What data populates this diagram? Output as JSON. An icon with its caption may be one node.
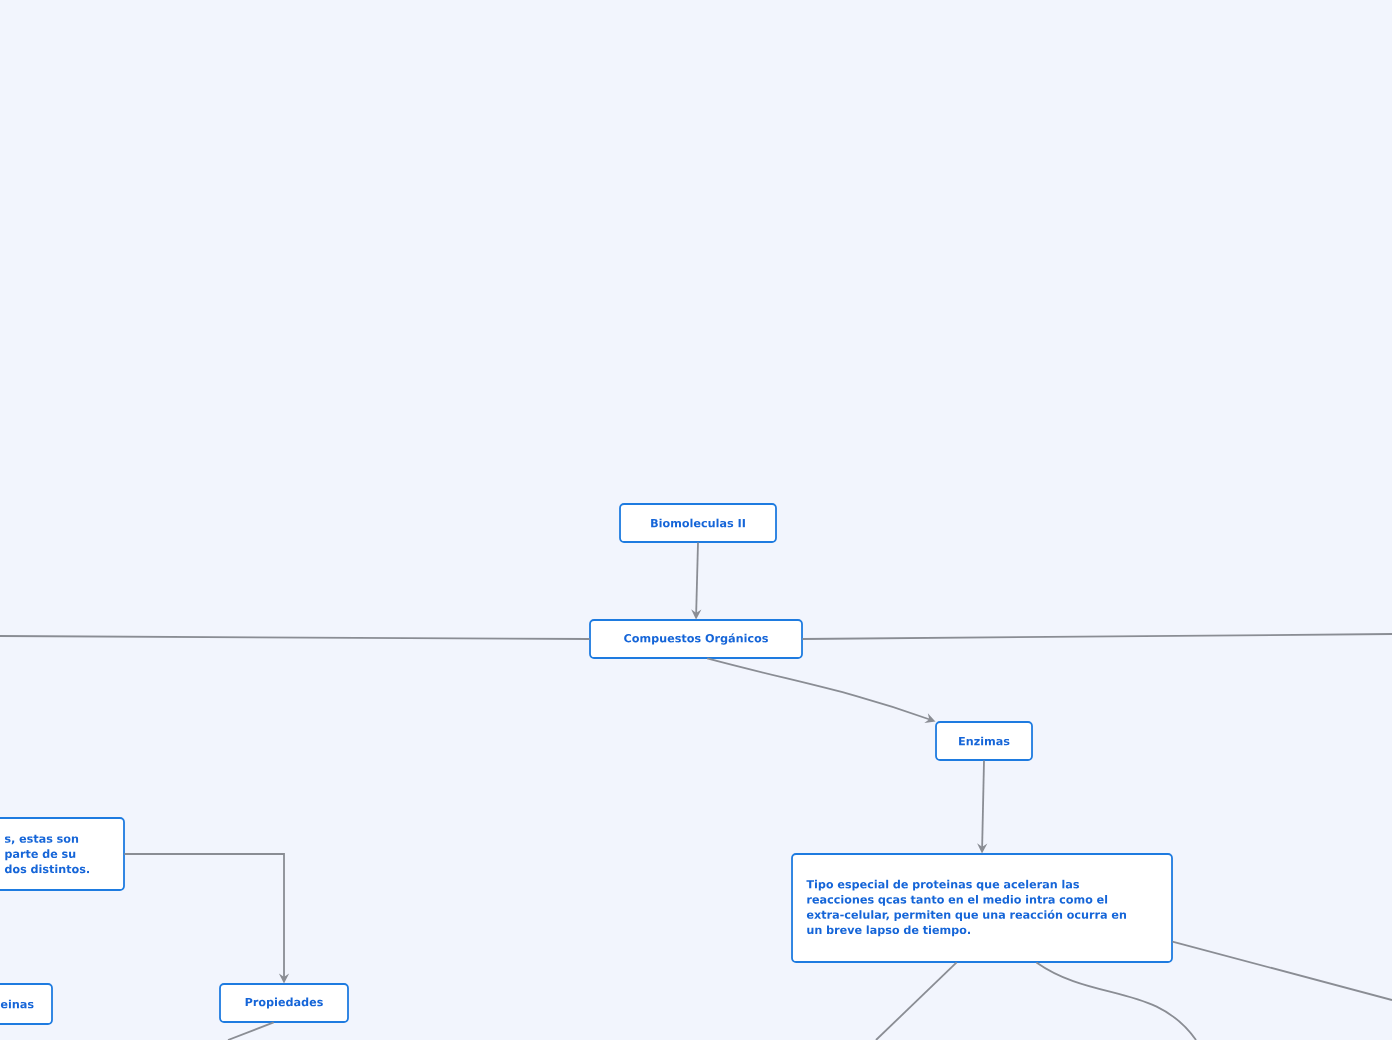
{
  "diagram": {
    "nodes": [
      {
        "text": [
          "Biomoleculas II"
        ]
      },
      {
        "text": [
          "Compuestos Orgánicos"
        ]
      },
      {
        "text": [
          "Enzimas"
        ]
      },
      {
        "text": [
          "Tipo especial de proteinas que aceleran las reacciones qcas tanto en el medio intra como el extra-celular, permiten que una reacción ocurra en un breve lapso de tiempo."
        ]
      },
      {
        "text": [
          "s, estas son parte de su dos distintos."
        ]
      },
      {
        "text": [
          "einas"
        ]
      },
      {
        "text": [
          "Propiedades"
        ]
      }
    ],
    "edges": [
      {
        "from": 0,
        "to": 1,
        "arrow": "to"
      },
      {
        "from": 1,
        "to": null,
        "arrow": "none"
      },
      {
        "from": 1,
        "to": null,
        "arrow": "none"
      },
      {
        "from": 1,
        "to": 2,
        "arrow": "to"
      },
      {
        "from": 2,
        "to": 3,
        "arrow": "to"
      },
      {
        "from": 3,
        "to": null,
        "arrow": "none"
      },
      {
        "from": 3,
        "to": null,
        "arrow": "none"
      },
      {
        "from": 3,
        "to": null,
        "arrow": "none"
      },
      {
        "from": 4,
        "to": 6,
        "arrow": "to"
      },
      {
        "from": 6,
        "to": null,
        "arrow": "none"
      }
    ]
  }
}
